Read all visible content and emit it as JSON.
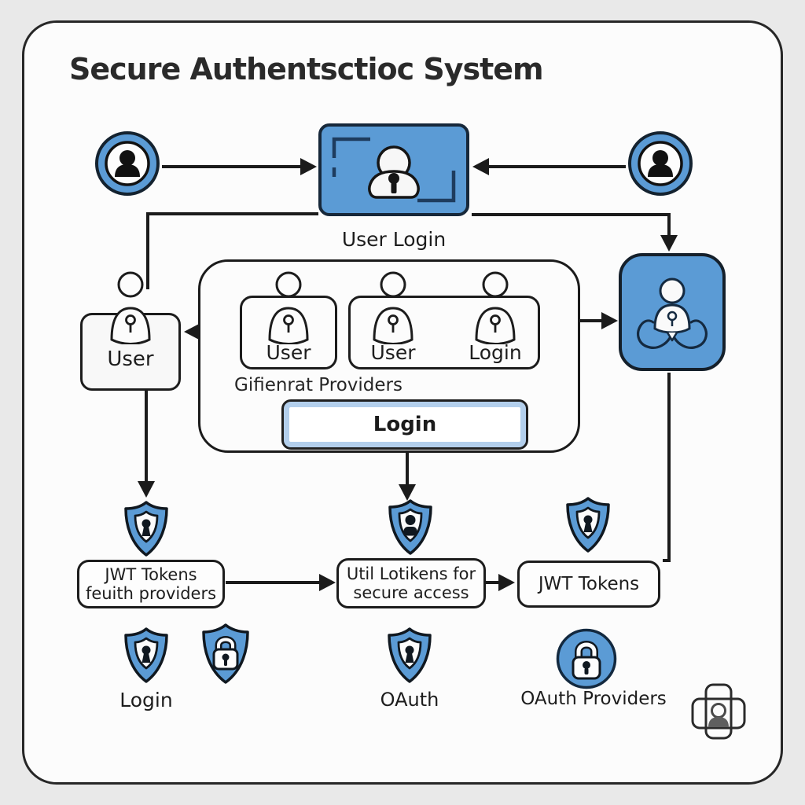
{
  "title": "Secure Authentsctioc System",
  "colors": {
    "accent_blue": "#5b9bd5",
    "outline_dark": "#1c1c1c",
    "bracket_navy": "#1e3c5e",
    "panel_background": "#fcfcfc"
  },
  "icons": {
    "left_avatar": "user-avatar-icon",
    "right_avatar": "user-avatar-icon",
    "login_card": "padlock-icon",
    "identity_panel": "user-in-hands-icon",
    "provider_person": "person-keyhole-icon",
    "token_shield": "shield-keyhole-icon",
    "access_shield": "shield-user-icon",
    "padlock_shield": "shield-padlock-icon",
    "oauth_circle": "circle-padlock-icon",
    "corner_badge": "id-card-icon"
  },
  "top_flow": {
    "card_label": "User Login"
  },
  "providers_group": {
    "label": "Gifienrat Providers",
    "box1": {
      "persons": [
        {
          "label": "User"
        }
      ]
    },
    "box2": {
      "persons": [
        {
          "label": "User"
        },
        {
          "label": "Login"
        }
      ]
    },
    "login_button": "Login"
  },
  "user_box": {
    "label": "User"
  },
  "token_row": {
    "left_box": {
      "line1": "JWT Tokens",
      "line2": "feuith providers"
    },
    "middle_box": {
      "line1": "Util Lotikens for",
      "line2": "secure access"
    },
    "right_box": {
      "label": "JWT Tokens"
    }
  },
  "bottom_row": {
    "login_label": "Login",
    "oauth_label": "OAuth",
    "oauth_providers_label": "OAuth Providers"
  }
}
